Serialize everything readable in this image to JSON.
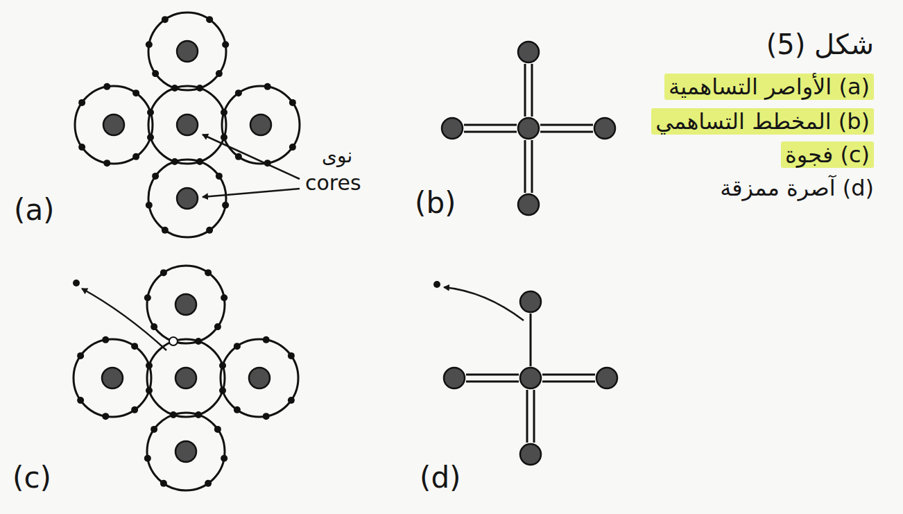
{
  "diagram": {
    "title": "شكل (5)",
    "labels": [
      "(a)",
      "نوى",
      "cores",
      "(b)",
      "(a) الأواصر التساهمية",
      "(b) المخطط التساهمي",
      "(c) فجوة",
      "(d) آصرة ممزقة",
      "(c)",
      "(d)"
    ]
  }
}
